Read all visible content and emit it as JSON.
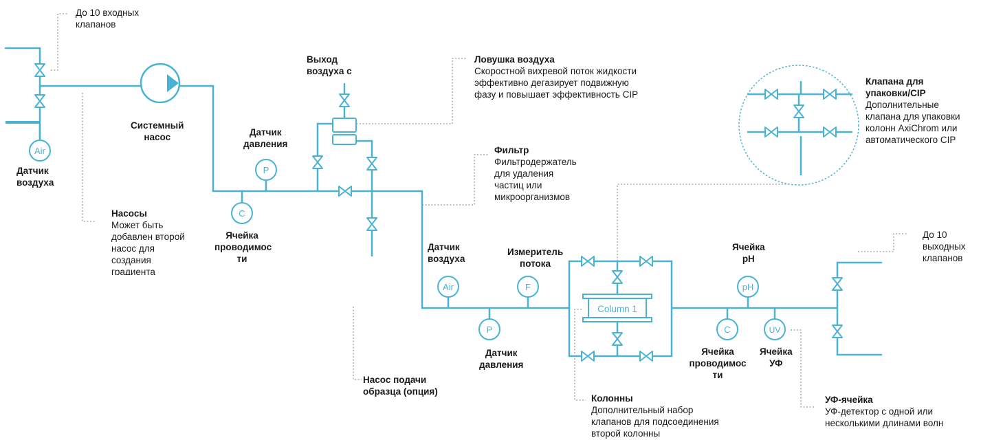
{
  "colors": {
    "line": "#4ab3d4",
    "dotted": "#9a9a9a",
    "text": "#1a1a1a"
  },
  "symbols": {
    "air_left": "Air",
    "air_mid": "Air",
    "pressure_top": "P",
    "pressure_mid": "P",
    "cond_top": "C",
    "cond_right": "C",
    "flow": "F",
    "ph": "pH",
    "uv": "UV",
    "column": "Column 1"
  },
  "labels": {
    "inlet_valves": [
      "До 10 входных",
      "клапанов"
    ],
    "air_sensor_left": [
      "Датчик",
      "воздуха"
    ],
    "system_pump": [
      "Системный",
      "насос"
    ],
    "air_outlet": [
      "Выход",
      "воздуха с"
    ],
    "pressure_sensor_top": [
      "Датчик",
      "давления"
    ],
    "cond_cell_top": [
      "Ячейка",
      "проводимос",
      "ти"
    ],
    "pumps": {
      "title": "Насосы",
      "lines": [
        "Может быть",
        "добавлен второй",
        "насос для",
        "создания",
        "градиента"
      ]
    },
    "air_trap": {
      "title": "Ловушка воздуха",
      "lines": [
        "Скоростной вихревой поток жидкости",
        "эффективно дегазирует подвижную",
        "фазу и повышает эффективность CIP"
      ]
    },
    "filter": {
      "title": "Фильтр",
      "lines": [
        "Фильтродержатель",
        "для удаления",
        "частиц или",
        "микроорганизмов"
      ]
    },
    "packing_valves": {
      "title": "Клапана для",
      "title2": "упаковки/CIP",
      "lines": [
        "Дополнительные",
        "клапана для упаковки",
        "колонн AxiChrom или",
        "автоматического CIP"
      ]
    },
    "air_sensor_mid": [
      "Датчик",
      "воздуха"
    ],
    "flow_meter": [
      "Измеритель",
      "потока"
    ],
    "pressure_sensor_mid": [
      "Датчик",
      "давления"
    ],
    "ph_cell": [
      "Ячейка",
      "pH"
    ],
    "outlet_valves": [
      "До 10",
      "выходных",
      "клапанов"
    ],
    "cond_cell_right": [
      "Ячейка",
      "проводимос",
      "ти"
    ],
    "uv_cell": [
      "Ячейка",
      "УФ"
    ],
    "sample_pump": [
      "Насос подачи",
      "образца (опция)"
    ],
    "columns": {
      "title": "Колонны",
      "lines": [
        "Дополнительный набор",
        "клапанов для подсоединения",
        "второй колонны"
      ]
    },
    "uv_detector": {
      "title": "УФ-ячейка",
      "lines": [
        "УФ-детектор с одной или",
        "несколькими длинами волн"
      ]
    }
  }
}
